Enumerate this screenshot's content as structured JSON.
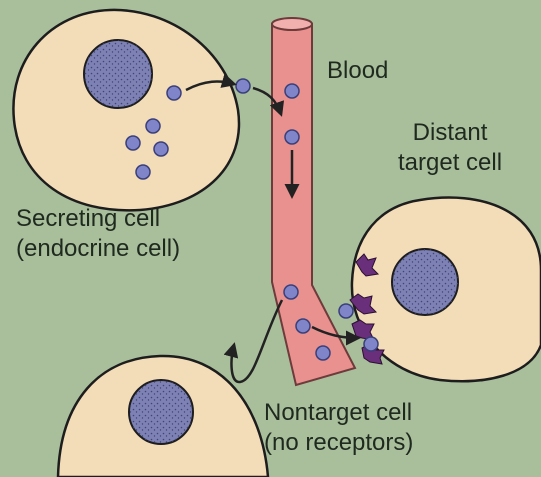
{
  "labels": {
    "blood": "Blood",
    "distant_line1": "Distant",
    "distant_line2": "target cell",
    "secreting_line1": "Secreting cell",
    "secreting_line2": "(endocrine cell)",
    "nontarget_line1": "Nontarget cell",
    "nontarget_line2": "(no receptors)"
  },
  "colors": {
    "background": "#a9bf9c",
    "cell_fill": "#f3dcb8",
    "nucleus": "#7d81b4",
    "vessel": "#e8918f",
    "hormone": "#7f85c8",
    "receptor": "#6a2f7a",
    "arrow": "#222222"
  }
}
